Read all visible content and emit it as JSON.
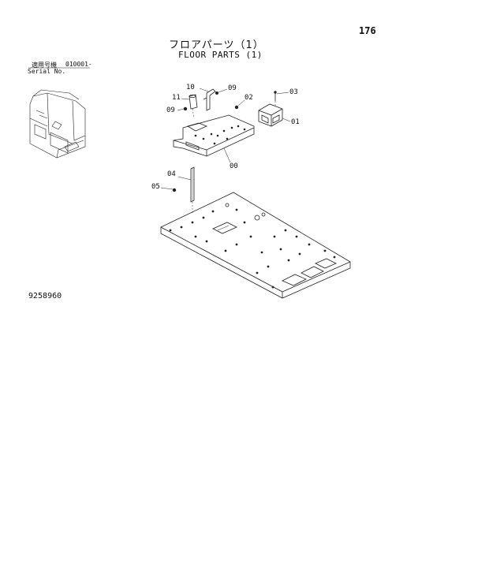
{
  "page": {
    "number": "176"
  },
  "title": {
    "japanese": "フロアパーツ（1）",
    "english": "FLOOR PARTS (1)"
  },
  "serial": {
    "label_jp": "適用号機",
    "label_en": "Serial No.",
    "range": "010001-"
  },
  "callouts": {
    "c10": "10",
    "c11": "11",
    "c09a": "09",
    "c09b": "09",
    "c02": "02",
    "c03": "03",
    "c01": "01",
    "c00": "00",
    "c04": "04",
    "c05": "05"
  },
  "document_number": "9258960"
}
